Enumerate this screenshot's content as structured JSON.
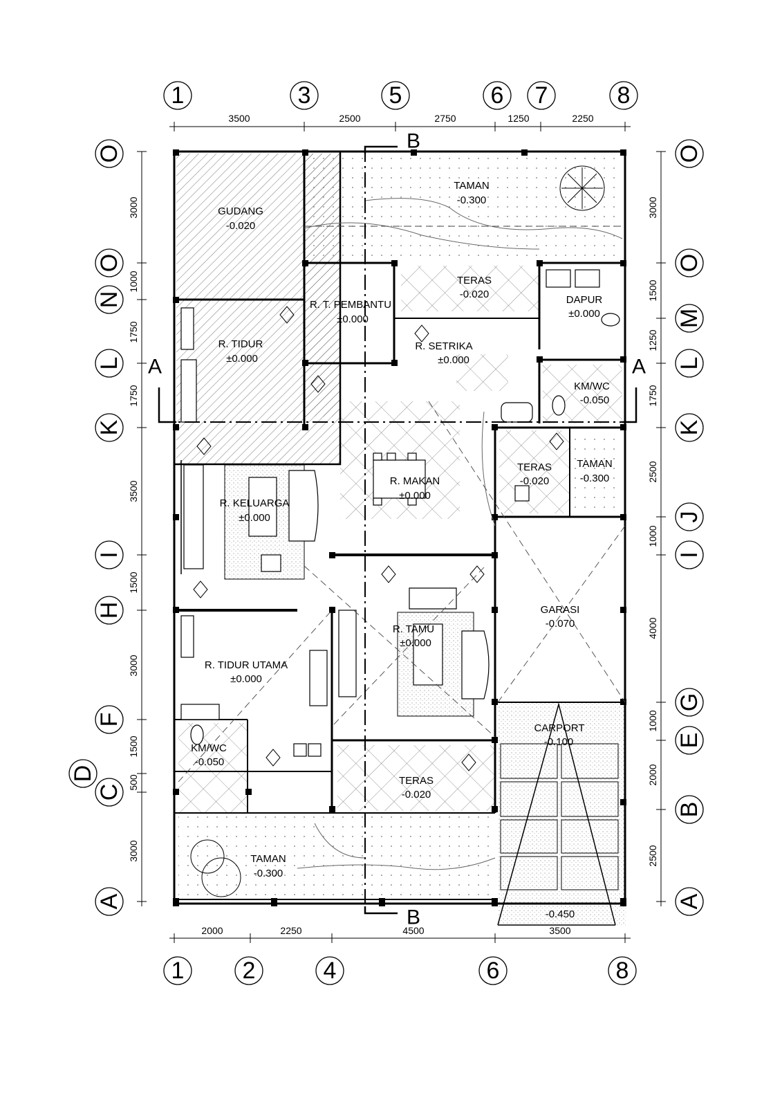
{
  "grid": {
    "top": [
      "1",
      "3",
      "5",
      "6",
      "7",
      "8"
    ],
    "bottom": [
      "1",
      "2",
      "4",
      "6",
      "8"
    ],
    "left": [
      "O",
      "O",
      "N",
      "L",
      "K",
      "I",
      "H",
      "F",
      "D",
      "C",
      "A"
    ],
    "right": [
      "O",
      "O",
      "M",
      "L",
      "K",
      "J",
      "I",
      "G",
      "E",
      "B",
      "A"
    ]
  },
  "dimensions": {
    "top": [
      "3500",
      "2500",
      "2750",
      "1250",
      "2250"
    ],
    "bottom": [
      "2000",
      "2250",
      "4500",
      "3500"
    ],
    "left": [
      "3000",
      "1000",
      "1750",
      "1750",
      "3500",
      "1500",
      "3000",
      "1500",
      "500"
    ],
    "right": [
      "3000",
      "1500",
      "1250",
      "1750",
      "2500",
      "1000",
      "4000",
      "1000",
      "2000",
      "2500"
    ],
    "left_bottom": "3000"
  },
  "rooms": {
    "gudang": {
      "name": "GUDANG",
      "level": "-0.020"
    },
    "taman_top": {
      "name": "TAMAN",
      "level": "-0.300"
    },
    "teras_top": {
      "name": "TERAS",
      "level": "-0.020"
    },
    "dapur": {
      "name": "DAPUR",
      "level": "±0.000"
    },
    "pembantu": {
      "name": "R. T. PEMBANTU",
      "level": "±0.000"
    },
    "tidur": {
      "name": "R. TIDUR",
      "level": "±0.000"
    },
    "setrika": {
      "name": "R. SETRIKA",
      "level": "±0.000"
    },
    "kmwc_right": {
      "name": "KM/WC",
      "level": "-0.050"
    },
    "makan": {
      "name": "R. MAKAN",
      "level": "±0.000"
    },
    "teras_mid": {
      "name": "TERAS",
      "level": "-0.020"
    },
    "taman_mid": {
      "name": "TAMAN",
      "level": "-0.300"
    },
    "keluarga": {
      "name": "R. KELUARGA",
      "level": "±0.000"
    },
    "garasi": {
      "name": "GARASI",
      "level": "-0.070"
    },
    "tamu": {
      "name": "R. TAMU",
      "level": "±0.000"
    },
    "tidur_utama": {
      "name": "R. TIDUR UTAMA",
      "level": "±0.000"
    },
    "carport": {
      "name": "CARPORT",
      "level": "-0.100"
    },
    "kmwc_left": {
      "name": "KM/WC",
      "level": "-0.050"
    },
    "teras_bottom": {
      "name": "TERAS",
      "level": "-0.020"
    },
    "taman_bottom": {
      "name": "TAMAN",
      "level": "-0.300"
    },
    "ramp": {
      "level": "-0.450"
    }
  },
  "sections": {
    "a": "A",
    "b": "B"
  },
  "symbols": [
    "tree-icon",
    "plant-icon",
    "sofa-icon",
    "bed-icon",
    "toilet-icon",
    "car-icon",
    "section-marker-icon"
  ]
}
